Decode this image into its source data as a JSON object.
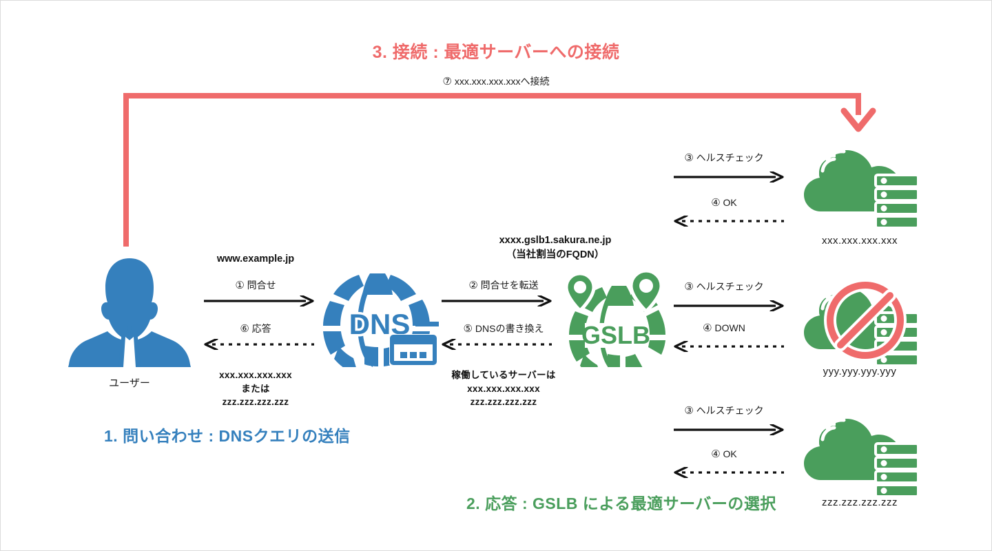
{
  "diagram": {
    "headings": {
      "connect": "3. 接続 : 最適サーバーへの接続",
      "query": "1. 問い合わせ : DNSクエリの送信",
      "response": "2. 応答 : GSLB による最適サーバーの選択"
    },
    "colors": {
      "red": "#ef6b6b",
      "blue": "#3580bd",
      "green": "#4a9e5c",
      "black": "#1a1a1a",
      "background": "#ffffff"
    },
    "connection_step": {
      "number": "⑦",
      "text": "xxx.xxx.xxx.xxxへ接続"
    },
    "nodes": {
      "user": {
        "label": "ユーザー",
        "icon": "user-silhouette-icon"
      },
      "dns": {
        "label": "DNS",
        "icon": "dns-globe-icon"
      },
      "gslb": {
        "label": "GSLB",
        "icon": "gslb-globe-icon"
      }
    },
    "servers": [
      {
        "ip": "xxx.xxx.xxx.xxx",
        "status": "up",
        "icon": "cloud-server-icon"
      },
      {
        "ip": "yyy.yyy.yyy.yyy",
        "status": "down",
        "icon": "cloud-server-blocked-icon"
      },
      {
        "ip": "zzz.zzz.zzz.zzz",
        "status": "up",
        "icon": "cloud-server-icon"
      }
    ],
    "user_dns": {
      "top_label": "www.example.jp",
      "forward": {
        "number": "①",
        "text": "問合せ"
      },
      "reply": {
        "number": "⑥",
        "text": "応答"
      },
      "sub_label": "xxx.xxx.xxx.xxx\nまたは\nzzz.zzz.zzz.zzz"
    },
    "dns_gslb": {
      "top_label": "xxxx.gslb1.sakura.ne.jp\n（当社割当のFQDN）",
      "forward": {
        "number": "②",
        "text": "問合せを転送"
      },
      "reply": {
        "number": "⑤",
        "text": "DNSの書き換え"
      },
      "sub_label": "稼働しているサーバーは\nxxx.xxx.xxx.xxx\nzzz.zzz.zzz.zzz"
    },
    "health_checks": [
      {
        "request": {
          "number": "③",
          "text": "ヘルスチェック"
        },
        "response": {
          "number": "④",
          "text": "OK"
        }
      },
      {
        "request": {
          "number": "③",
          "text": "ヘルスチェック"
        },
        "response": {
          "number": "④",
          "text": "DOWN"
        }
      },
      {
        "request": {
          "number": "③",
          "text": "ヘルスチェック"
        },
        "response": {
          "number": "④",
          "text": "OK"
        }
      }
    ]
  }
}
